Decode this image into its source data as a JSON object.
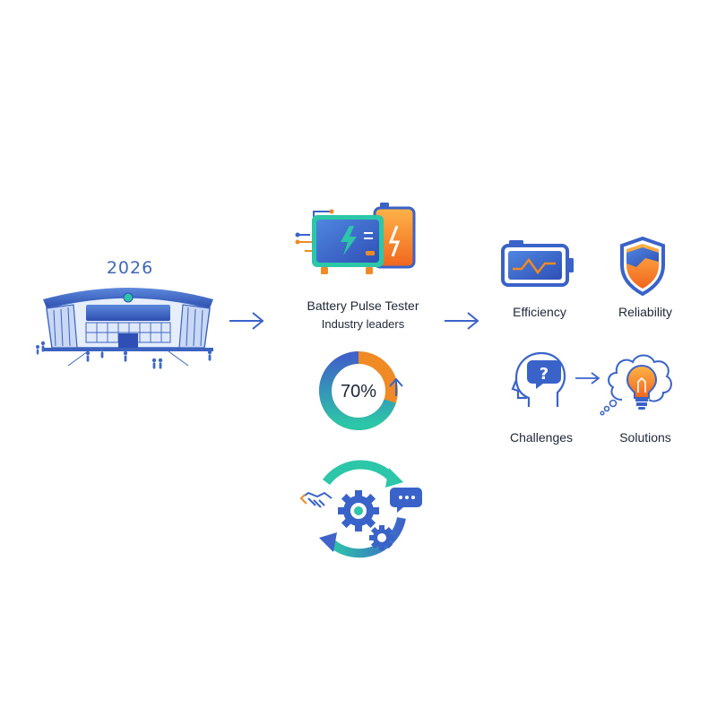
{
  "venue": {
    "year": "2026"
  },
  "product": {
    "title": "Battery Pulse Tester",
    "subtitle": "Industry leaders"
  },
  "market_share": {
    "label": "70%",
    "value": 70
  },
  "benefits": {
    "efficiency": "Efficiency",
    "reliability": "Reliability",
    "challenges": "Challenges",
    "solutions": "Solutions"
  },
  "colors": {
    "primary_blue": "#3a63c9",
    "accent_orange": "#f08a24",
    "teal": "#2cc6a8",
    "light_blue": "#8fb2ea"
  },
  "icons": {
    "venue": "convention-center-icon",
    "tester": "battery-tester-icon",
    "cycle": "collaboration-cycle-icon",
    "efficiency": "battery-icon",
    "reliability": "shield-icon",
    "challenges": "question-head-icon",
    "solutions": "lightbulb-idea-icon"
  }
}
